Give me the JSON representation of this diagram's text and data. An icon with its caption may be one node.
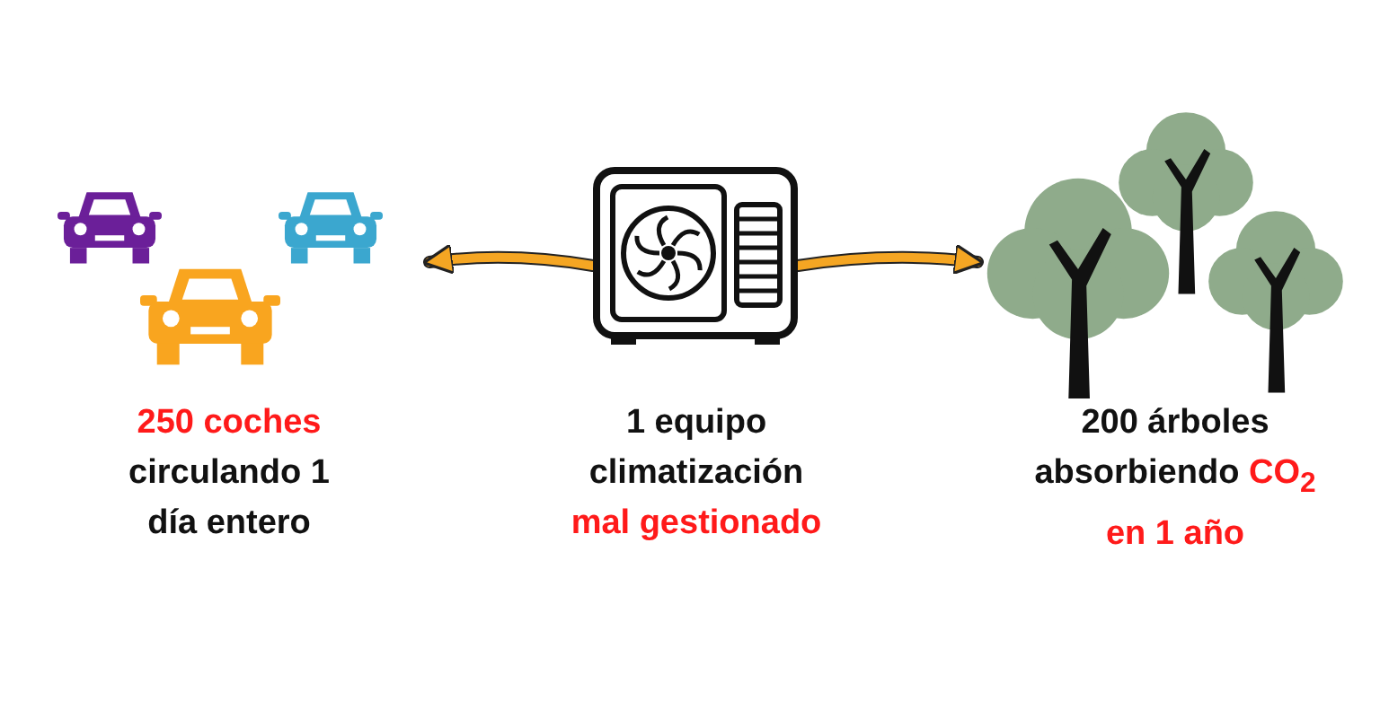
{
  "diagram": {
    "nodes": [
      {
        "text": [
          "250 coches",
          "circulando 1 día entero"
        ]
      },
      {
        "text": [
          "1 equipo climatización",
          "mal gestionado"
        ]
      },
      {
        "text": [
          "200 árboles absorbiendo",
          "CO$_{2}$ en 1 año"
        ]
      }
    ],
    "edges": [
      {
        "from": 1,
        "to": 0,
        "arrow": "to"
      },
      {
        "from": 1,
        "to": 2,
        "arrow": "to"
      }
    ]
  }
}
